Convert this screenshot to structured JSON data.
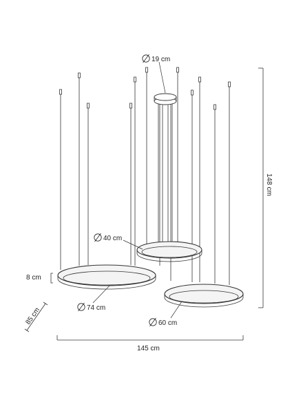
{
  "dimensions": {
    "canopy_diameter": "19 cm",
    "ring_small": "40 cm",
    "ring_large": "74 cm",
    "ring_medium": "60 cm",
    "ring_height": "8 cm",
    "total_height": "148 cm",
    "depth": "85 cm",
    "total_width": "145 cm"
  },
  "colors": {
    "line": "#333333",
    "text": "#222222",
    "background": "#ffffff"
  }
}
